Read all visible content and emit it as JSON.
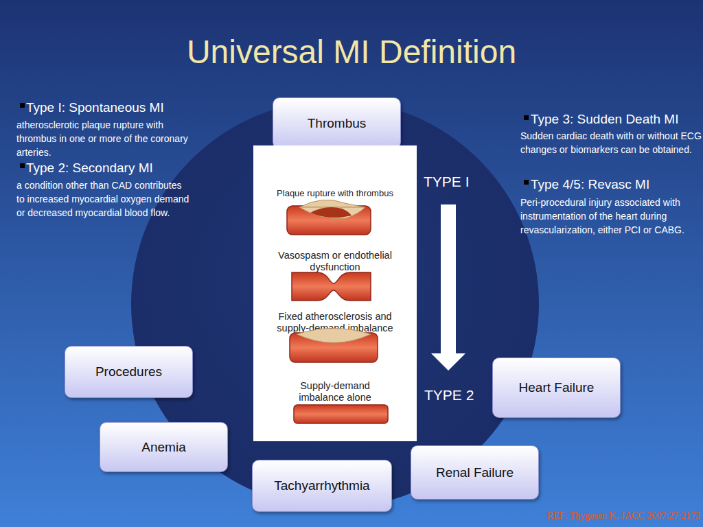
{
  "diagram": {
    "title": "Universal MI Definition",
    "nodes": [
      {
        "text": [
          "Thrombus"
        ]
      },
      {
        "text": [
          "Plaque rupture with thrombus",
          "Vasospasm or endothelial dysfunction",
          "Fixed atherosclerosis and supply-demand imbalance",
          "Supply-demand imbalance alone"
        ]
      },
      {
        "text": [
          "Procedures"
        ]
      },
      {
        "text": [
          "Heart Failure"
        ]
      },
      {
        "text": [
          "Anemia"
        ]
      },
      {
        "text": [
          "Renal Failure"
        ]
      },
      {
        "text": [
          "Tachyarrhythmia"
        ]
      }
    ],
    "labels": [
      "Type I: Spontaneous MI",
      "atherosclerotic plaque rupture with thrombus in one or more of the coronary arteries.",
      "Type 2: Secondary MI",
      "a condition other than CAD contributes to increased myocardial oxygen demand or decreased myocardial blood flow.",
      "Type 3: Sudden Death MI",
      "Sudden cardiac death with or without ECG changes or biomarkers can be obtained.",
      "Type 4/5: Revasc MI",
      "Peri-procedural injury associated with instrumentation of the heart during revascularization, either PCI or CABG.",
      "TYPE I",
      "TYPE 2",
      "REF: Thygesen K, JACC 2007;27:2173"
    ]
  }
}
